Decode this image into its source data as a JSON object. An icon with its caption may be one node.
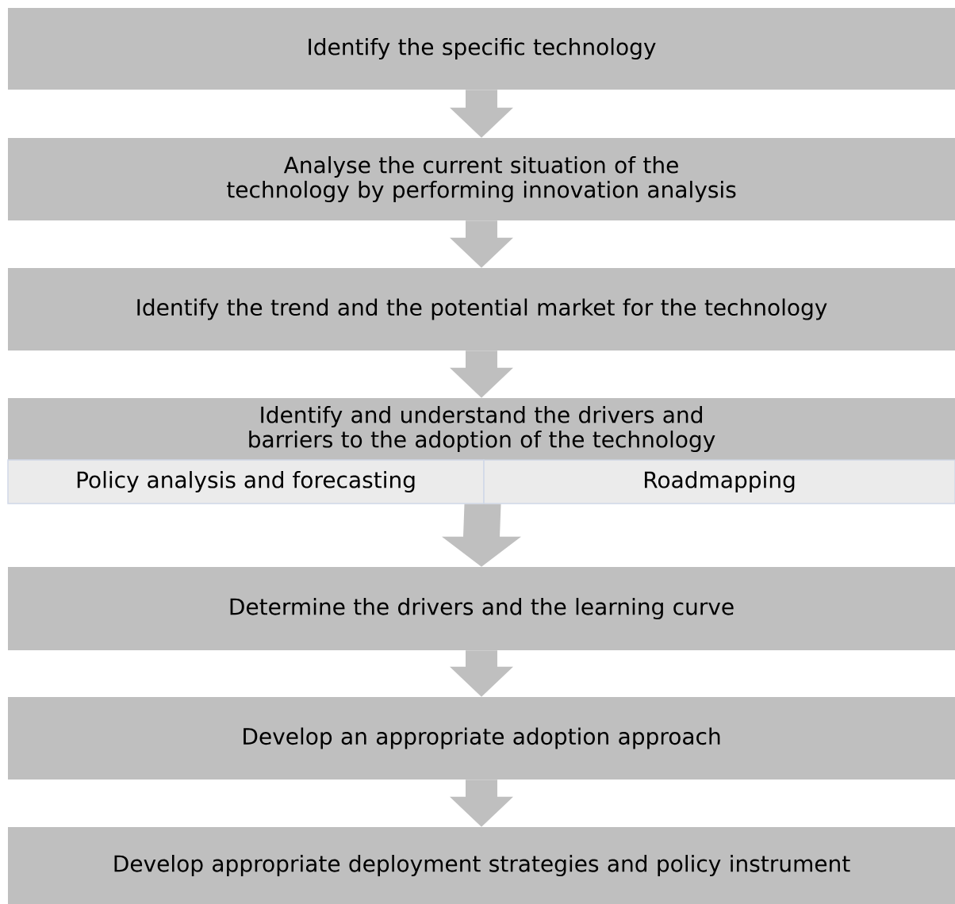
{
  "diagram": {
    "nodes": [
      {
        "text": [
          "Identify the specific technology"
        ]
      },
      {
        "text": [
          "Analyse the current situation of the technology by performing innovation analysis"
        ]
      },
      {
        "text": [
          "Identify the trend and the potential market for the technology"
        ]
      },
      {
        "text": [
          "Identify and understand the drivers and barriers to the adoption of the technology"
        ]
      },
      {
        "text": [
          "Policy analysis and forecasting"
        ]
      },
      {
        "text": [
          "Roadmapping"
        ]
      },
      {
        "text": [
          "Determine the drivers and the learning curve"
        ]
      },
      {
        "text": [
          "Develop an appropriate adoption approach"
        ]
      },
      {
        "text": [
          "Develop appropriate deployment strategies and policy instrument"
        ]
      }
    ],
    "edges": [
      {
        "from": 0,
        "to": 1,
        "arrow": "to"
      },
      {
        "from": 1,
        "to": 2,
        "arrow": "to"
      },
      {
        "from": 2,
        "to": 3,
        "arrow": "to"
      },
      {
        "from": 4,
        "to": 6,
        "arrow": "to"
      },
      {
        "from": 5,
        "to": 6,
        "arrow": "to"
      },
      {
        "from": 6,
        "to": 7,
        "arrow": "to"
      },
      {
        "from": 7,
        "to": 8,
        "arrow": "to"
      }
    ]
  }
}
